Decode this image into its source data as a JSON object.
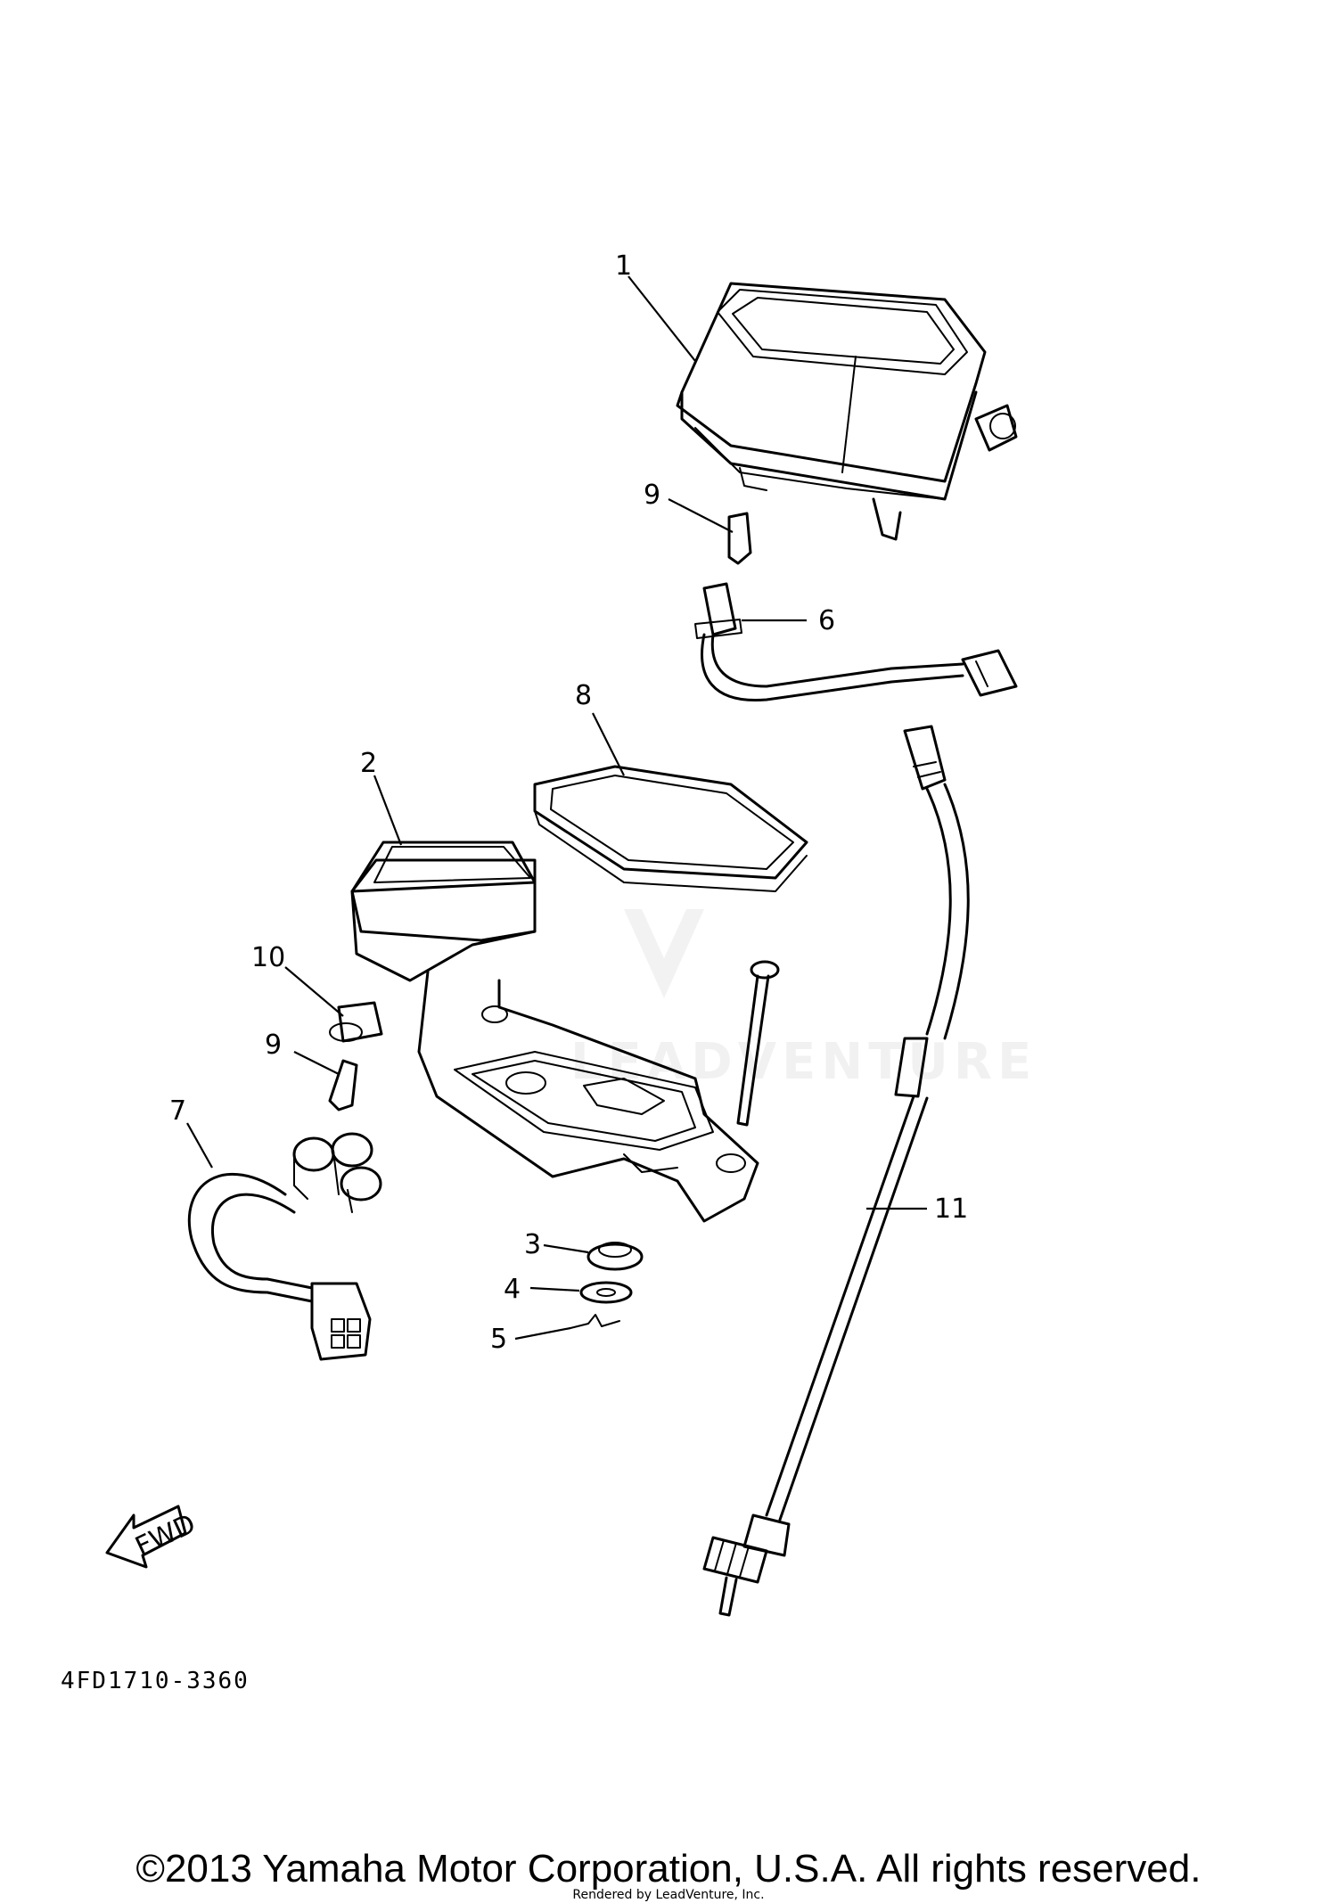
{
  "callouts": {
    "c1": "1",
    "c2": "2",
    "c3": "3",
    "c4": "4",
    "c5": "5",
    "c6": "6",
    "c7": "7",
    "c8": "8",
    "c9a": "9",
    "c9b": "9",
    "c10": "10",
    "c11": "11"
  },
  "fwd_label": "FWD",
  "diagram_code": "4FD1710-3360",
  "watermark": "LEADVENTURE",
  "copyright": "©2013 Yamaha Motor Corporation, U.S.A. All rights reserved.",
  "rendered_by": "Rendered by LeadVenture, Inc."
}
